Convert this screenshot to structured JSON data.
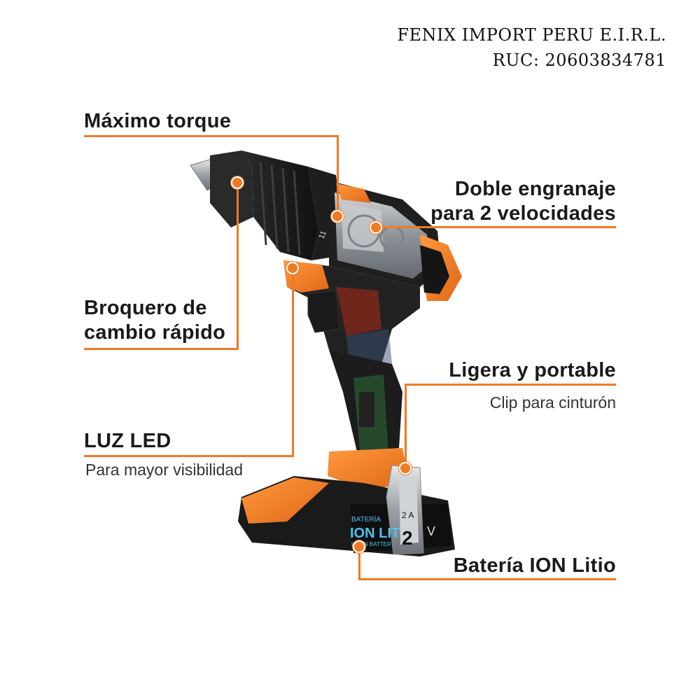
{
  "company": {
    "name": "FENIX IMPORT PERU E.I.R.L.",
    "ruc": "RUC: 20603834781"
  },
  "features": {
    "torque": "Máximo torque",
    "gear_line1": "Doble engranaje",
    "gear_line2": "para 2 velocidades",
    "chuck_line1": "Broquero de",
    "chuck_line2": "cambio rápido",
    "light": "Ligera y portable",
    "light_sub": "Clip para cinturón",
    "led": "LUZ LED",
    "led_sub": "Para mayor visibilidad",
    "battery": "Batería ION Litio"
  },
  "product_labels": {
    "battery_small": "BATERÍA",
    "battery_big": "ION LIT",
    "battery_sub": "LI-ION BATTER",
    "amp": "2 A",
    "volt_digit": "2",
    "volt_unit": "V",
    "speed_mark": "11"
  },
  "colors": {
    "accent": "#f07a24",
    "body_dark": "#1c1c1c",
    "metal": "#b8bcc0"
  }
}
